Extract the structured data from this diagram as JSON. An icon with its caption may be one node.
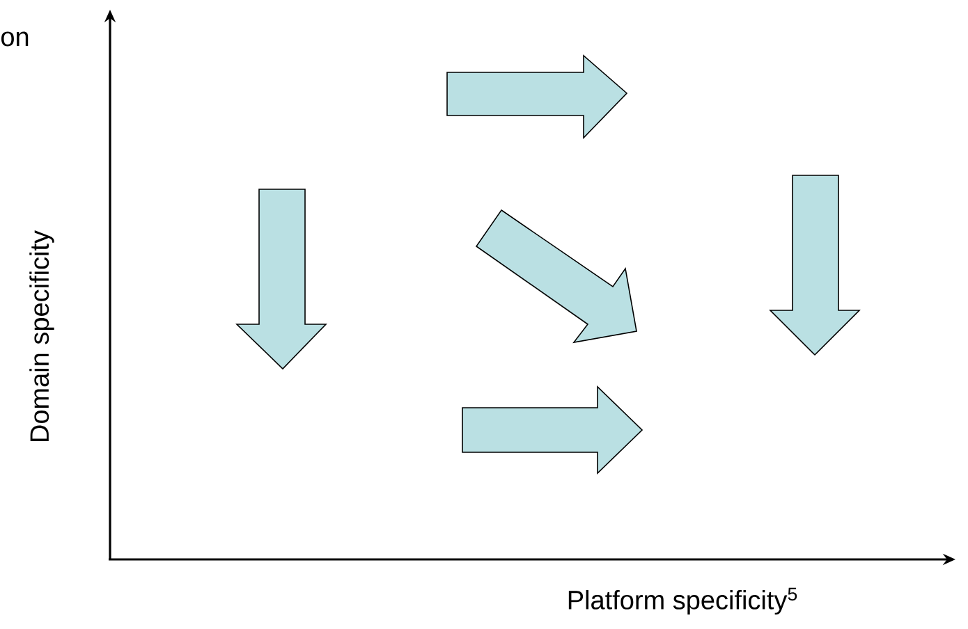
{
  "diagram": {
    "labels": [
      "on",
      "Domain specificity",
      "Platform specificity$^{5}$"
    ]
  }
}
